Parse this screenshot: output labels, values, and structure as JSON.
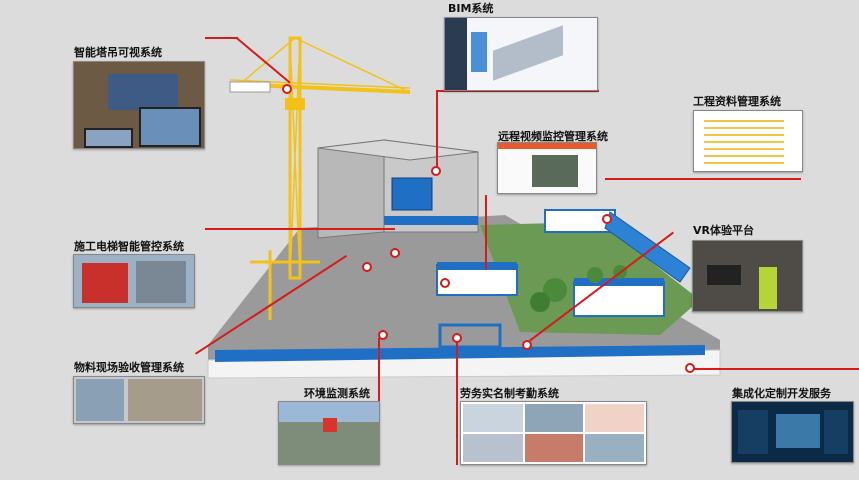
{
  "labels": {
    "bim": "BIM系统",
    "tower_crane": "智能塔吊可视系统",
    "doc_mgmt": "工程资料管理系统",
    "video_monitor": "远程视频监控管理系统",
    "elevator": "施工电梯智能管控系统",
    "vr": "VR体验平台",
    "material": "物料现场验收管理系统",
    "environment": "环境监测系统",
    "labor": "劳务实名制考勤系统",
    "custom_dev": "集成化定制开发服务"
  },
  "colors": {
    "connector": "#d61b1b",
    "background": "#dcdcdc",
    "crane": "#f2c21b",
    "building_blue": "#1f6fc5",
    "grass": "#4a8a3a"
  }
}
